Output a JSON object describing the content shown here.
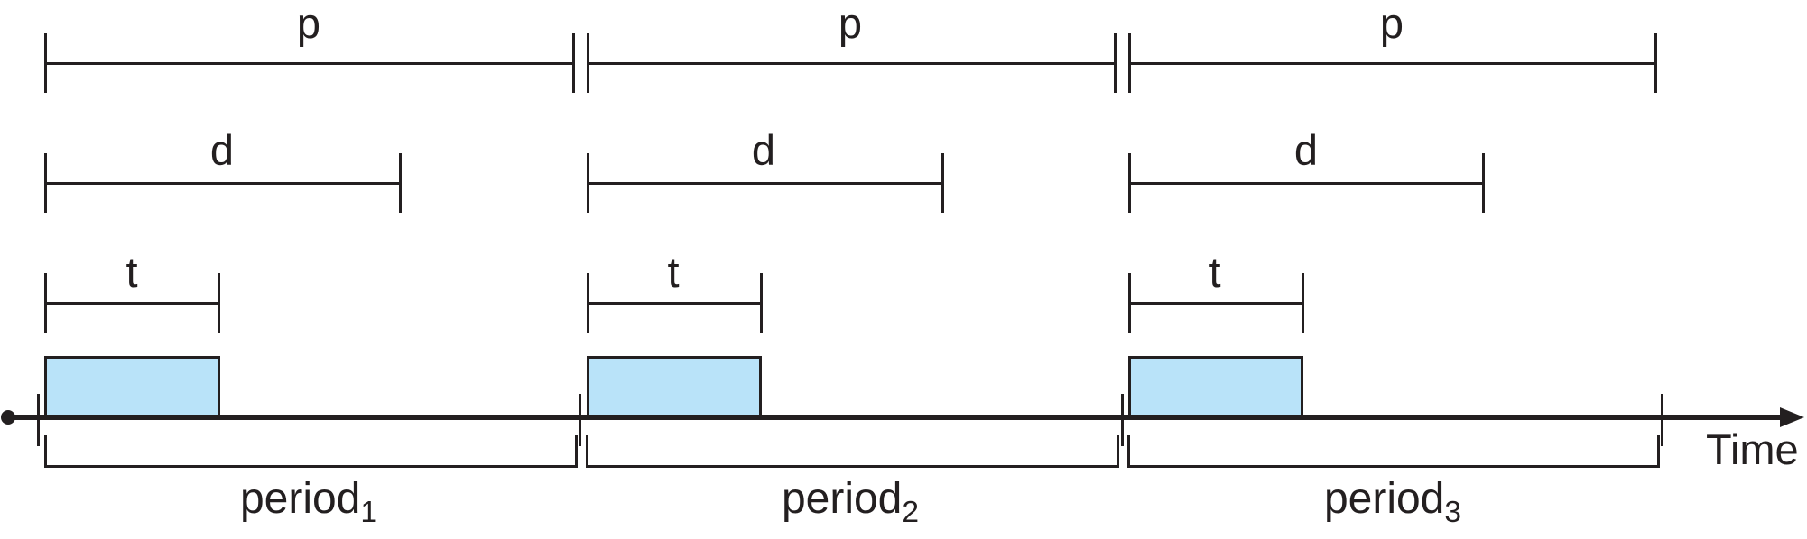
{
  "diagram_title": "periodic-task-timing-diagram",
  "rows": {
    "period_symbol": "p",
    "deadline_symbol": "d",
    "execution_symbol": "t"
  },
  "sections": [
    {
      "p": "p",
      "d": "d",
      "t": "t",
      "period": "period",
      "sub": "1"
    },
    {
      "p": "p",
      "d": "d",
      "t": "t",
      "period": "period",
      "sub": "2"
    },
    {
      "p": "p",
      "d": "d",
      "t": "t",
      "period": "period",
      "sub": "3"
    }
  ],
  "axis": {
    "label": "Time"
  },
  "colors": {
    "line": "#231f20",
    "text": "#231f20",
    "task_fill": "#b9e3f9"
  }
}
